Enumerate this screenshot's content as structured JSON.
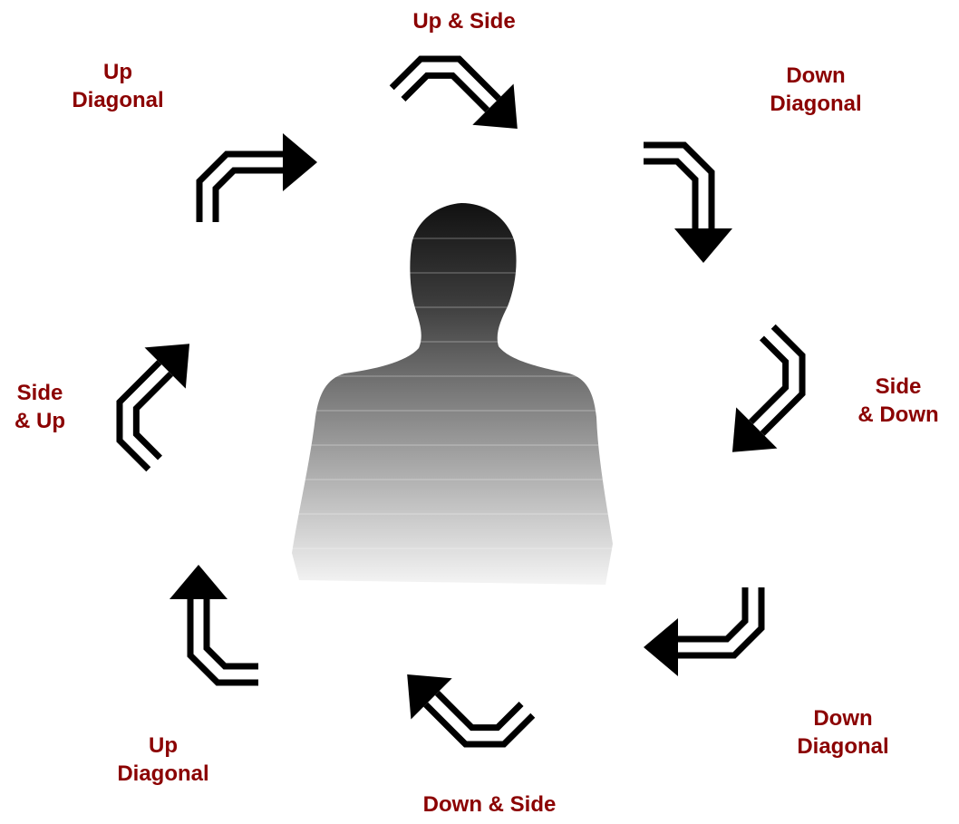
{
  "colors": {
    "label": "#8b0000",
    "arrow": "#000000",
    "silhouette_top": "#111111",
    "silhouette_bottom": "#f2f2f2"
  },
  "labels": {
    "top": [
      "Up & Side"
    ],
    "top_right": [
      "Down",
      "Diagonal"
    ],
    "right": [
      "Side",
      "& Down"
    ],
    "bottom_right": [
      "Down",
      "Diagonal"
    ],
    "bottom": [
      "Down & Side"
    ],
    "bottom_left": [
      "Up",
      "Diagonal"
    ],
    "left": [
      "Side",
      "& Up"
    ],
    "top_left": [
      "Up",
      "Diagonal"
    ]
  },
  "icons": {
    "center": "person-silhouette-icon",
    "arrows": "curved-double-line-arrow-icon"
  }
}
